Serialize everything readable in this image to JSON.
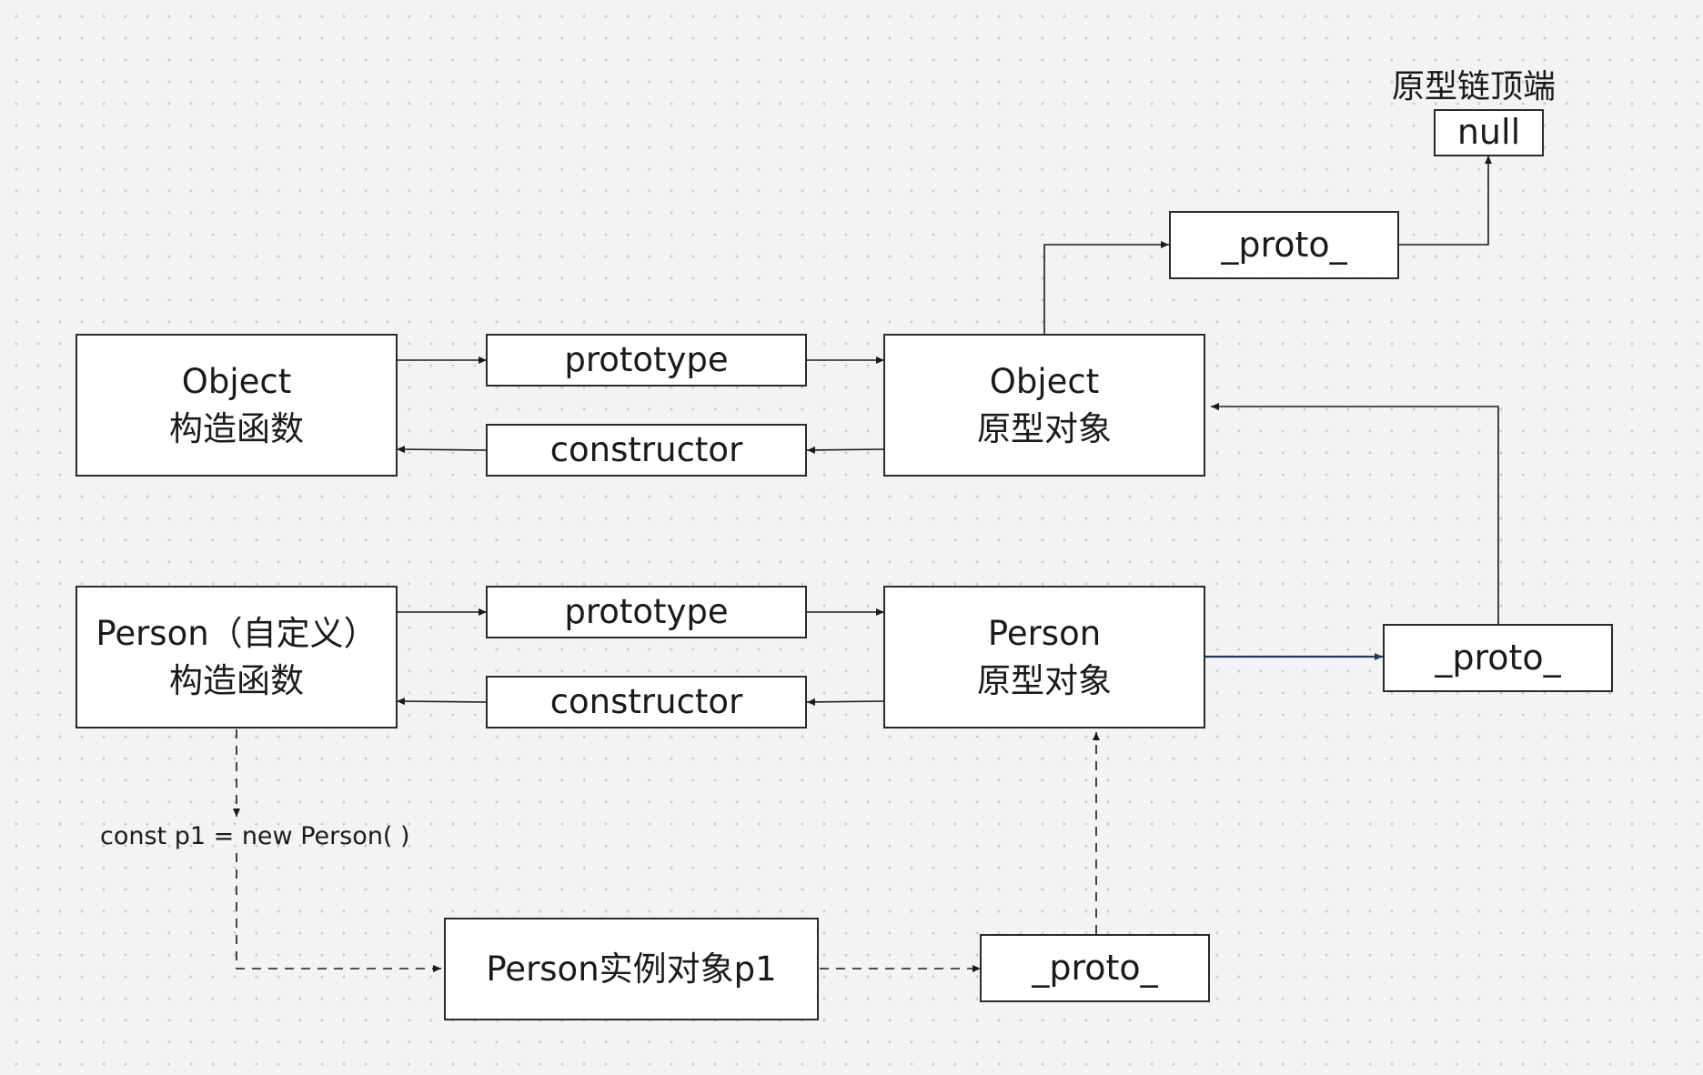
{
  "diagram": {
    "nodes": {
      "object_ctor": {
        "line1": "Object",
        "line2": "构造函数"
      },
      "object_prototype_link": {
        "text": "prototype"
      },
      "object_constructor_link": {
        "text": "constructor"
      },
      "object_proto_obj": {
        "line1": "Object",
        "line2": "原型对象"
      },
      "object_proto_link": {
        "text": "_proto_"
      },
      "null_node": {
        "text": "null"
      },
      "person_ctor": {
        "line1": "Person（自定义）",
        "line2": "构造函数"
      },
      "person_prototype_link": {
        "text": "prototype"
      },
      "person_constructor_link": {
        "text": "constructor"
      },
      "person_proto_obj": {
        "line1": "Person",
        "line2": "原型对象"
      },
      "person_proto_link": {
        "text": "_proto_"
      },
      "instance": {
        "text": "Person实例对象p1"
      },
      "instance_proto_link": {
        "text": "_proto_"
      }
    },
    "labels": {
      "chain_top": "原型链顶端",
      "new_expr": "const p1 = new Person( )"
    },
    "colors": {
      "border": "#2a2a2a",
      "arrow": "#1a1a1a",
      "highlight_arrow": "#1f3b63"
    }
  }
}
